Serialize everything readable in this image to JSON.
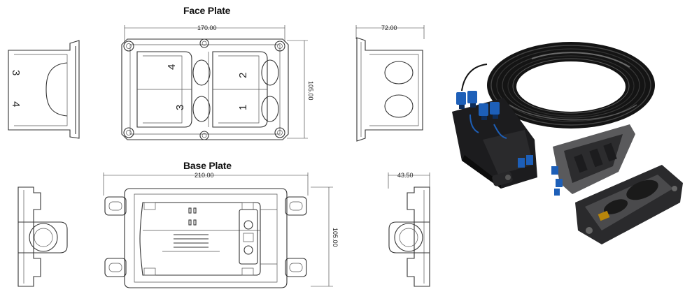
{
  "face_plate": {
    "title": "Face Plate",
    "width_dim": "170.00",
    "height_dim": "105.00",
    "side_dim": "72.00",
    "port_numbers": [
      "4",
      "2",
      "3",
      "1"
    ],
    "side_port_numbers": [
      "3",
      "4"
    ]
  },
  "base_plate": {
    "title": "Base Plate",
    "width_dim": "210.00",
    "height_dim": "105.00",
    "side_dim": "43.50"
  },
  "colors": {
    "line": "#333333",
    "body_dark": "#1c1c1e",
    "connector_blue": "#1d5fb8",
    "cable": "#111111"
  }
}
